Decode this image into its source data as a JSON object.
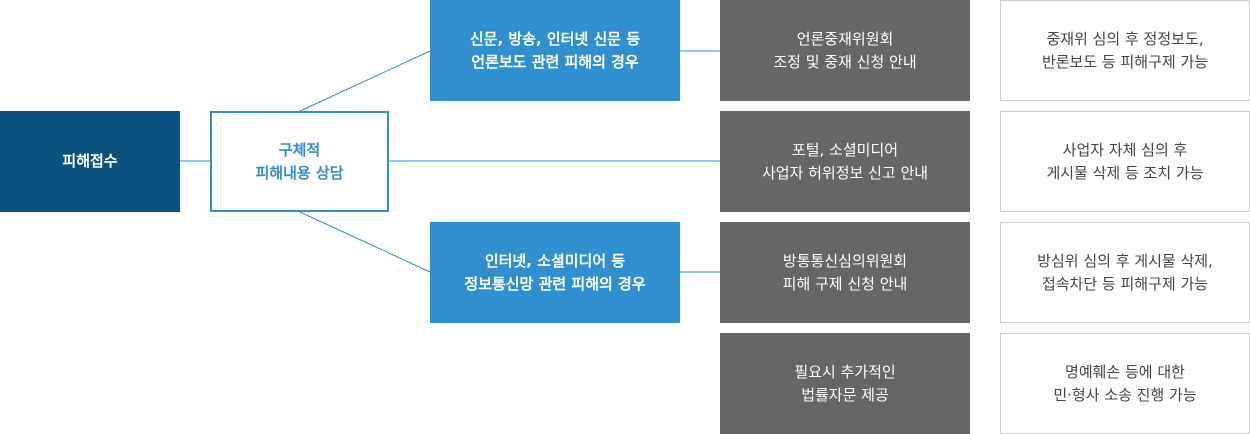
{
  "colors": {
    "start_bg": "#0c527e",
    "consult_border": "#2f8fcf",
    "branch_bg": "#2f8fcf",
    "guide_bg": "#666666",
    "result_border": "#cfcfcf",
    "line": "#2f8fcf"
  },
  "start": {
    "label": "피해접수"
  },
  "consult": {
    "line1": "구체적",
    "line2": "피해내용 상담"
  },
  "branches": [
    {
      "line1": "신문, 방송, 인터넷 신문 등",
      "line2": "언론보도 관련 피해의 경우"
    },
    {
      "line1": "인터넷, 소셜미디어 등",
      "line2": "정보통신망 관련 피해의 경우"
    }
  ],
  "guides": [
    {
      "line1": "언론중재위원회",
      "line2": "조정 및 중재 신청 안내"
    },
    {
      "line1": "포털, 소셜미디어",
      "line2": "사업자 허위정보 신고 안내"
    },
    {
      "line1": "방통통신심의위원회",
      "line2": "피해 구제 신청 안내"
    },
    {
      "line1": "필요시 추가적인",
      "line2": "법률자문 제공"
    }
  ],
  "results": [
    {
      "line1": "중재위 심의 후 정정보도,",
      "line2": "반론보도 등 피해구제 가능"
    },
    {
      "line1": "사업자 자체 심의 후",
      "line2": "게시물 삭제 등 조치 가능"
    },
    {
      "line1": "방심위 심의 후 게시물 삭제,",
      "line2": "접속차단 등 피해구제 가능"
    },
    {
      "line1": "명예훼손 등에 대한",
      "line2": "민·형사 소송 진행 가능"
    }
  ]
}
